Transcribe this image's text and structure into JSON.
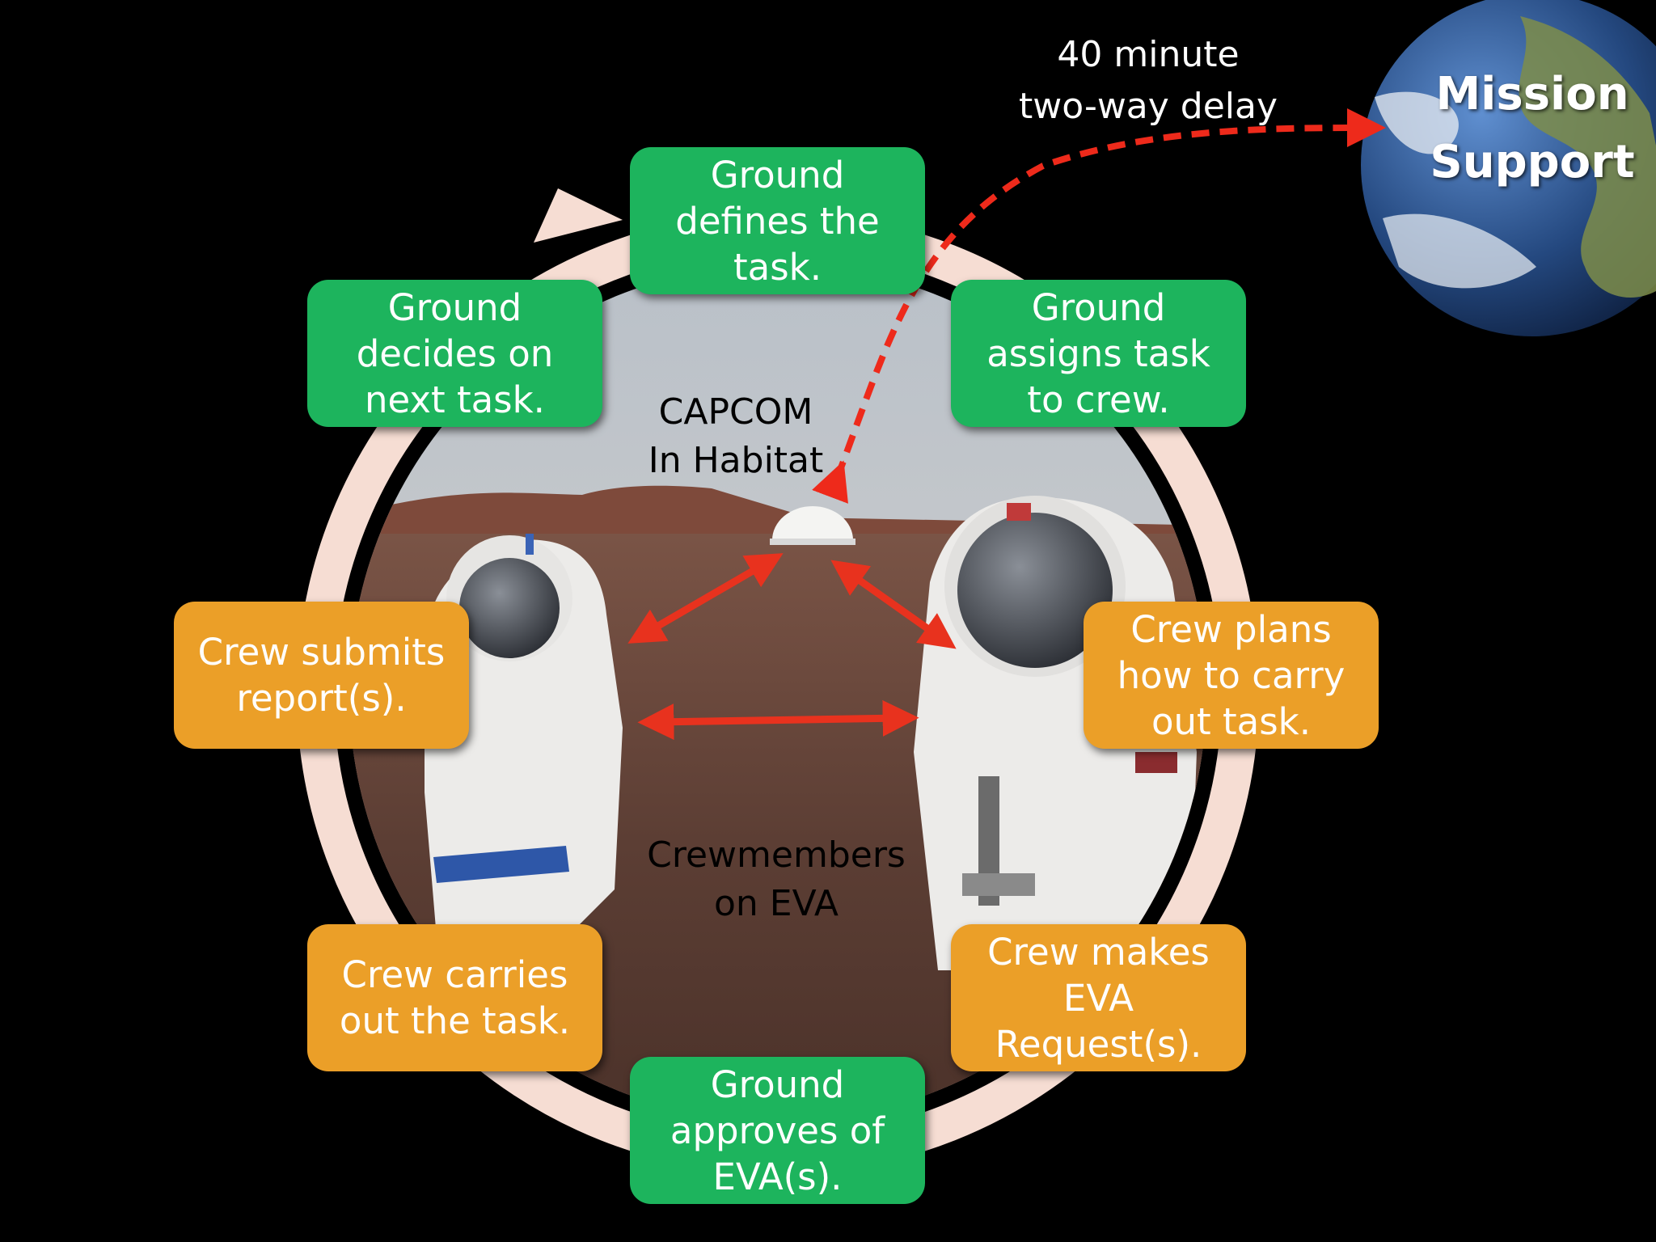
{
  "delay": {
    "text": "40 minute\ntwo-way delay"
  },
  "earth": {
    "label": "Mission\nSupport"
  },
  "capcom": {
    "text": "CAPCOM\nIn Habitat"
  },
  "crew_eva": {
    "text": "Crewmembers\non EVA"
  },
  "steps": [
    {
      "text": "Ground\ndefines the\ntask.",
      "kind": "ground"
    },
    {
      "text": "Ground\nassigns task\nto crew.",
      "kind": "ground"
    },
    {
      "text": "Crew plans\nhow to carry\nout task.",
      "kind": "crew"
    },
    {
      "text": "Crew makes\nEVA\nRequest(s).",
      "kind": "crew"
    },
    {
      "text": "Ground\napproves of\nEVA(s).",
      "kind": "ground"
    },
    {
      "text": "Crew carries\nout the task.",
      "kind": "crew"
    },
    {
      "text": "Crew submits\nreport(s).",
      "kind": "crew"
    },
    {
      "text": "Ground\ndecides on\nnext task.",
      "kind": "ground"
    }
  ],
  "colors": {
    "ground": "#1db45d",
    "crew": "#eb9f28",
    "ring": "#f6ddd3",
    "delay_arrow": "#ee2a1b",
    "comm_arrow": "#e8321e"
  },
  "icons": {
    "earth": "earth-globe-icon",
    "habitat": "habitat-dome-icon",
    "astronaut": "astronaut-icon"
  }
}
